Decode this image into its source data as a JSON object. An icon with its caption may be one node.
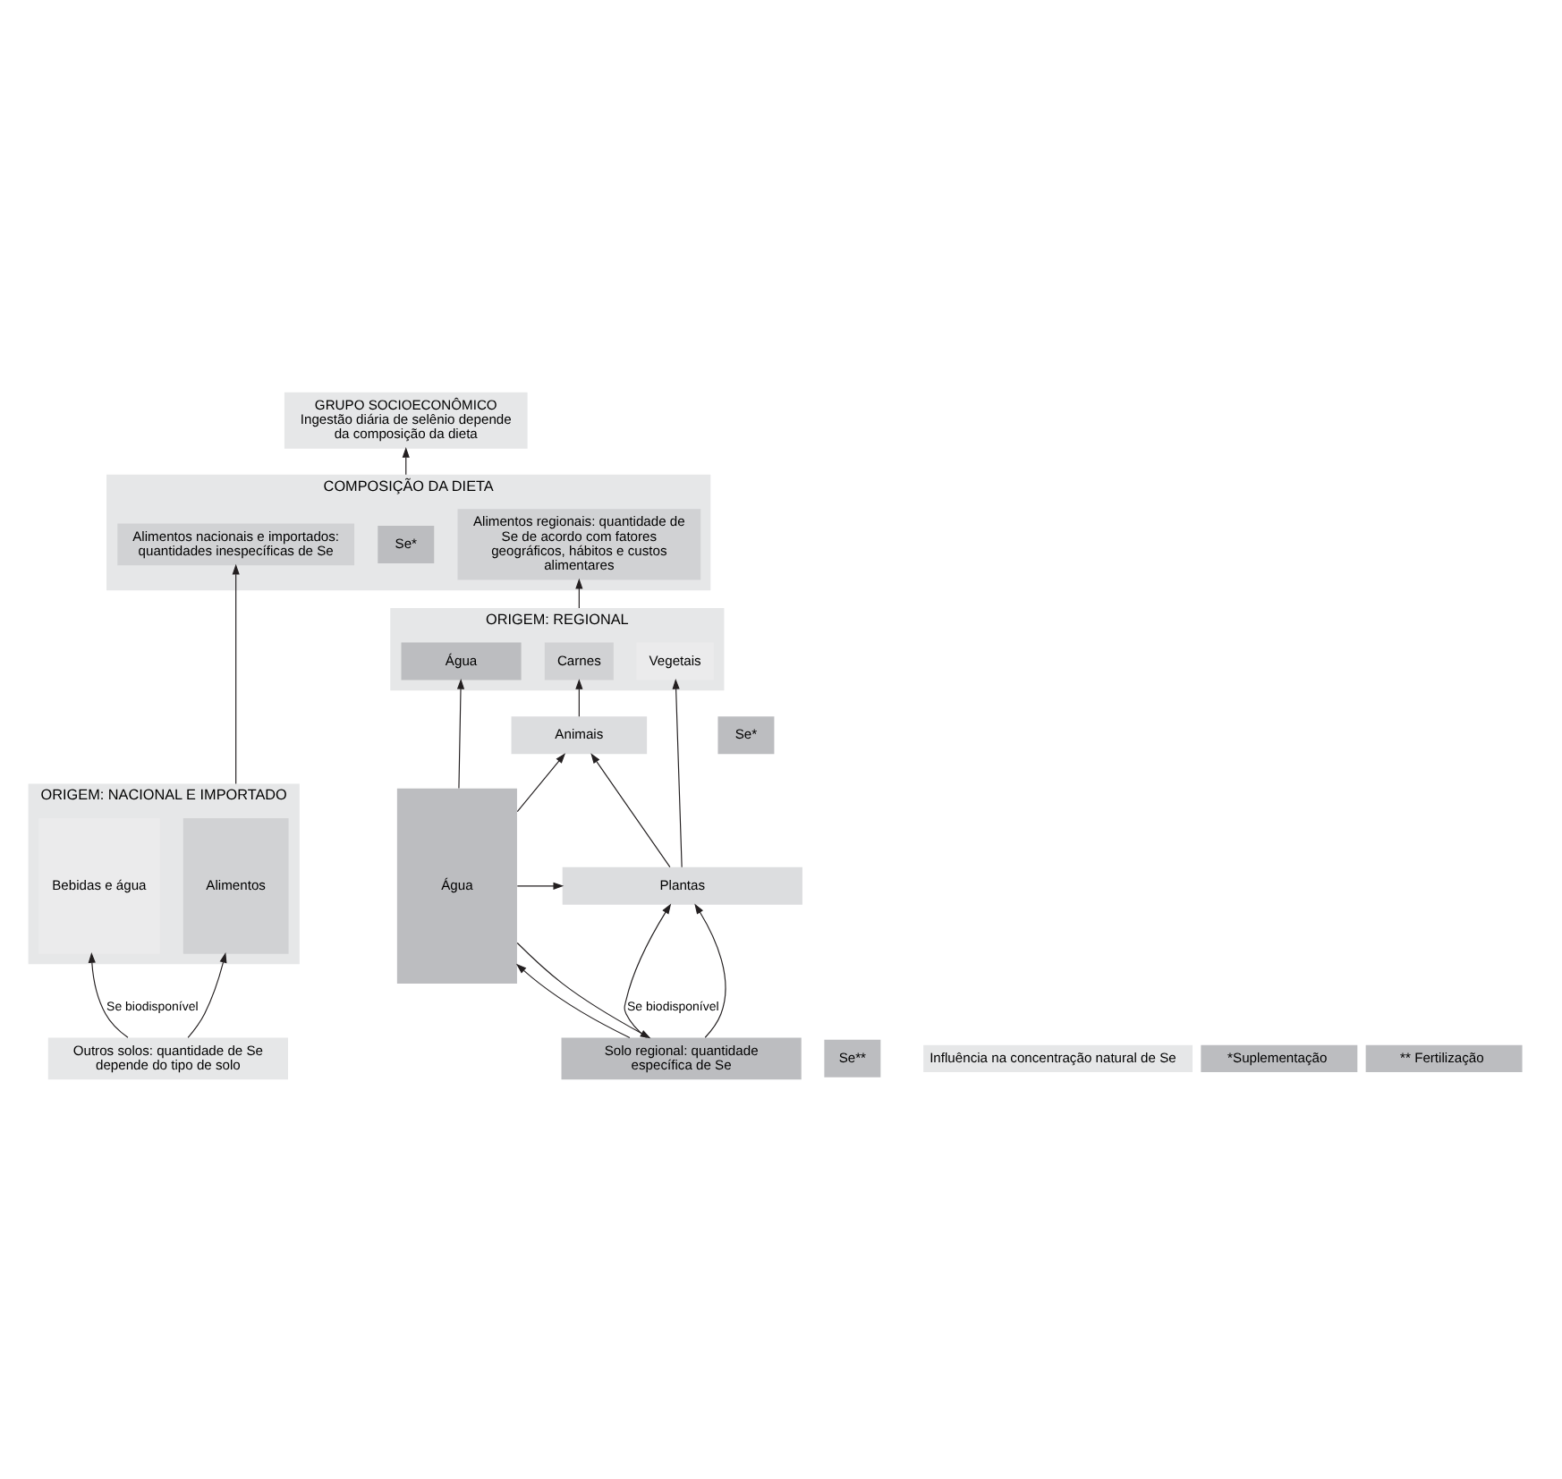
{
  "diagram": {
    "nodes": [
      {
        "text": [
          "GRUPO SOCIOECONÔMICO",
          "Ingestão diária de selênio depende da composição da dieta"
        ]
      },
      {
        "text": [
          "COMPOSIÇÃO DA DIETA"
        ]
      },
      {
        "text": [
          "Alimentos nacionais e importados: quantidades inespecíficas de Se"
        ],
        "in": 1
      },
      {
        "text": [
          "Se*"
        ],
        "in": 1
      },
      {
        "text": [
          "Alimentos regionais: quantidade de Se de acordo com fatores geográficos, hábitos e custos alimentares"
        ],
        "in": 1
      },
      {
        "text": [
          "ORIGEM: NACIONAL E IMPORTADO"
        ]
      },
      {
        "text": [
          "Bebidas e água"
        ],
        "in": 5
      },
      {
        "text": [
          "Alimentos"
        ],
        "in": 5
      },
      {
        "text": [
          "ORIGEM: REGIONAL"
        ]
      },
      {
        "text": [
          "Vegetais"
        ],
        "in": 8
      },
      {
        "text": [
          "Carnes"
        ],
        "in": 8
      },
      {
        "text": [
          "Água"
        ],
        "in": 8
      },
      {
        "text": [
          "Animais"
        ]
      },
      {
        "text": [
          "Se*"
        ]
      },
      {
        "text": [
          "Plantas"
        ]
      },
      {
        "text": [
          "Se**"
        ]
      },
      {
        "text": [
          "Água"
        ]
      },
      {
        "text": [
          "Outros solos: quantidade de Se depende do tipo de solo"
        ]
      },
      {
        "text": [
          "Solo regional: quantidade específica de Se"
        ]
      }
    ],
    "edges": [
      {
        "from": 1,
        "to": 0,
        "arrow": "to"
      },
      {
        "from": 5,
        "to": 2,
        "arrow": "to"
      },
      {
        "from": 8,
        "to": 4,
        "arrow": "to"
      },
      {
        "from": 17,
        "to": 6,
        "arrow": "to",
        "label": "Se biodisponível"
      },
      {
        "from": 17,
        "to": 7,
        "arrow": "to"
      },
      {
        "from": 14,
        "to": 9,
        "arrow": "to"
      },
      {
        "from": 12,
        "to": 10,
        "arrow": "to"
      },
      {
        "from": 16,
        "to": 11,
        "arrow": "to"
      },
      {
        "from": 16,
        "to": 12,
        "arrow": "to"
      },
      {
        "from": 14,
        "to": 12,
        "arrow": "to"
      },
      {
        "from": 16,
        "to": 14,
        "arrow": "to"
      },
      {
        "from": 18,
        "to": 14,
        "arrow": "to",
        "label": "Se biodisponível"
      },
      {
        "from": 18,
        "to": 14,
        "arrow": "to"
      },
      {
        "from": 18,
        "to": 16,
        "arrow": "to"
      },
      {
        "from": 16,
        "to": 18,
        "arrow": "to"
      }
    ],
    "labels": [
      "Influência na concentração natural de Se"
    ],
    "legend": [
      {
        "text": "*Suplementação",
        "color": "#bcbdc0"
      },
      {
        "text": "** Fertilização",
        "color": "#bcbdc0"
      }
    ]
  }
}
